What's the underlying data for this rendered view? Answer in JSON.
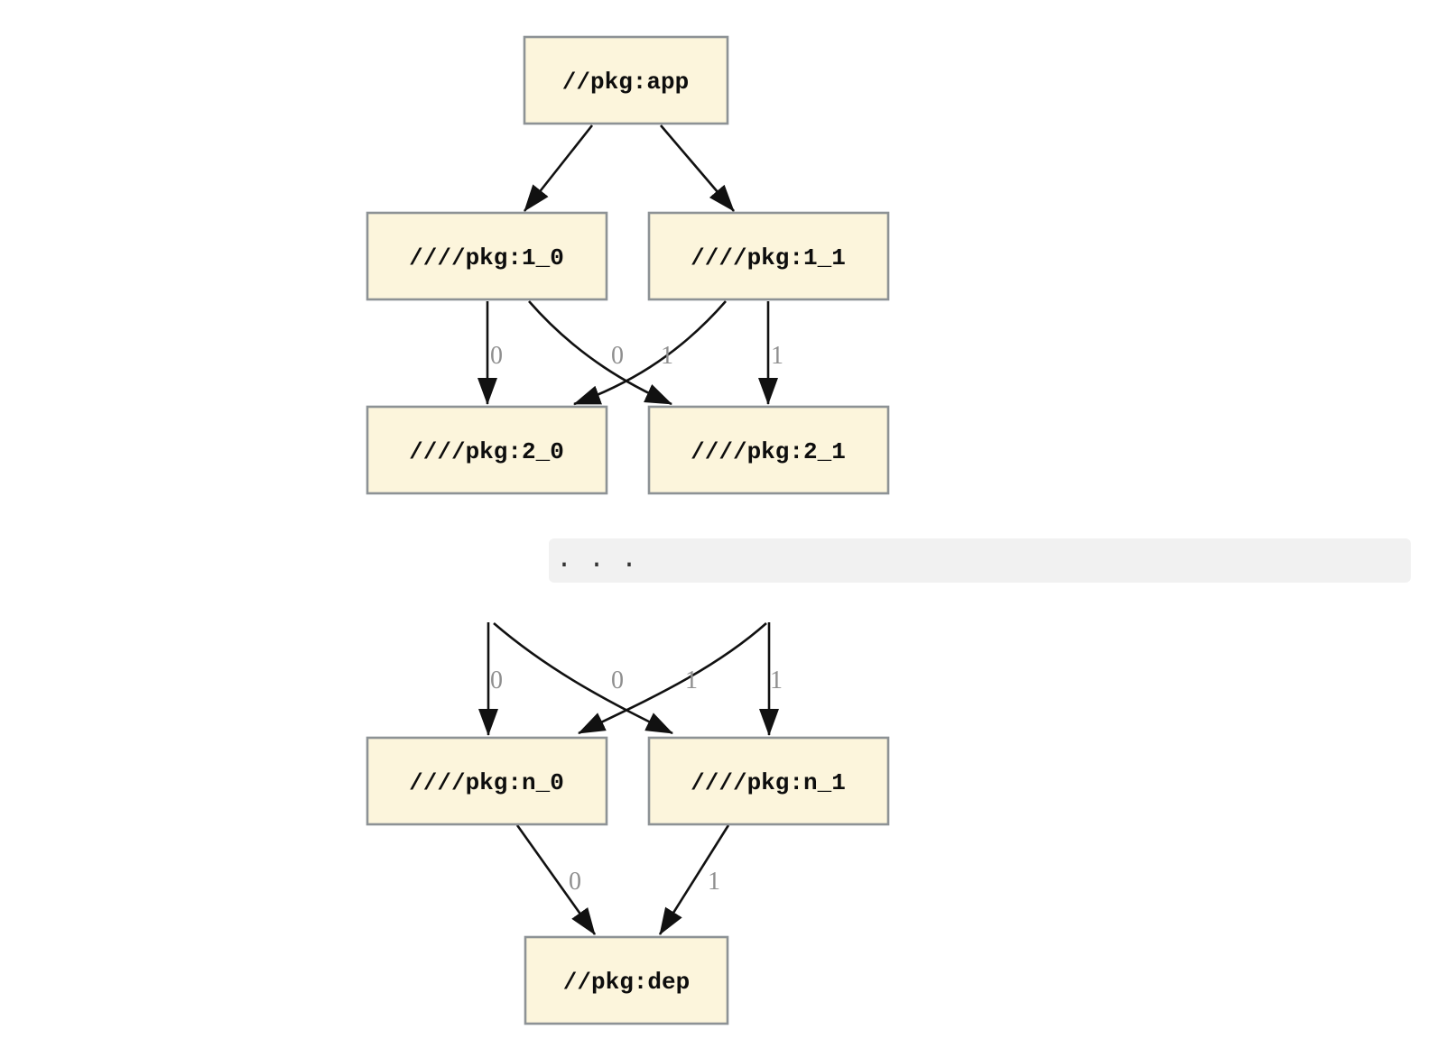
{
  "colors": {
    "page_bg": "#ffffff",
    "node_fill": "#fcf5dc",
    "node_border": "#8d9295",
    "node_text": "#0d0d0d",
    "edge": "#111111",
    "edge_label": "#8f8f8f",
    "code_bg": "#f1f1f1",
    "code_text": "#333333"
  },
  "graph_top": {
    "nodes": {
      "app": {
        "label": "//pkg:app"
      },
      "n1_0": {
        "label": "////pkg:1_0"
      },
      "n1_1": {
        "label": "////pkg:1_1"
      },
      "n2_0": {
        "label": "////pkg:2_0"
      },
      "n2_1": {
        "label": "////pkg:2_1"
      }
    },
    "edge_labels": {
      "from_1_0_to_2_0": "0",
      "from_1_1_to_2_0": "0",
      "from_1_0_to_2_1": "1",
      "from_1_1_to_2_1": "1"
    }
  },
  "ellipsis_block": {
    "text": ". . ."
  },
  "graph_bottom": {
    "nodes": {
      "n_0": {
        "label": "////pkg:n_0"
      },
      "n_1": {
        "label": "////pkg:n_1"
      },
      "dep": {
        "label": "//pkg:dep"
      }
    },
    "edge_labels": {
      "into_n_0_straight": "0",
      "into_n_0_cross": "0",
      "into_n_1_cross": "1",
      "into_n_1_straight": "1",
      "from_n_0_to_dep": "0",
      "from_n_1_to_dep": "1"
    }
  }
}
